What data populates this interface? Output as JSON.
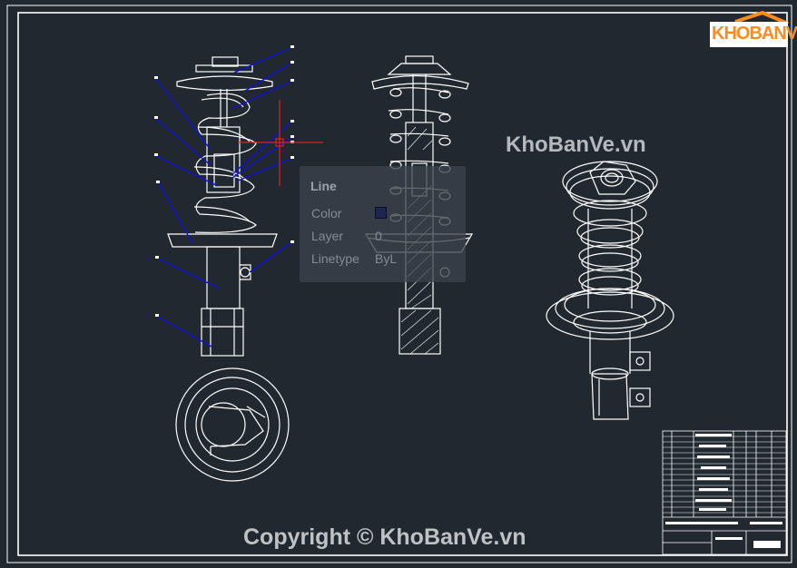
{
  "branding": {
    "logo_text": "KHOBANVE",
    "watermark_top": "KhoBanVe.vn",
    "watermark_bottom": "Copyright © KhoBanVe.vn"
  },
  "tooltip": {
    "title": "Line",
    "rows": [
      {
        "label": "Color",
        "value": ""
      },
      {
        "label": "Layer",
        "value": "0"
      },
      {
        "label": "Linetype",
        "value": "ByL"
      }
    ]
  },
  "colors": {
    "background": "#212830",
    "line": "#ffffff",
    "leader": "#1010d8",
    "crosshair": "#e02020",
    "logo": "#ff8a1e"
  }
}
